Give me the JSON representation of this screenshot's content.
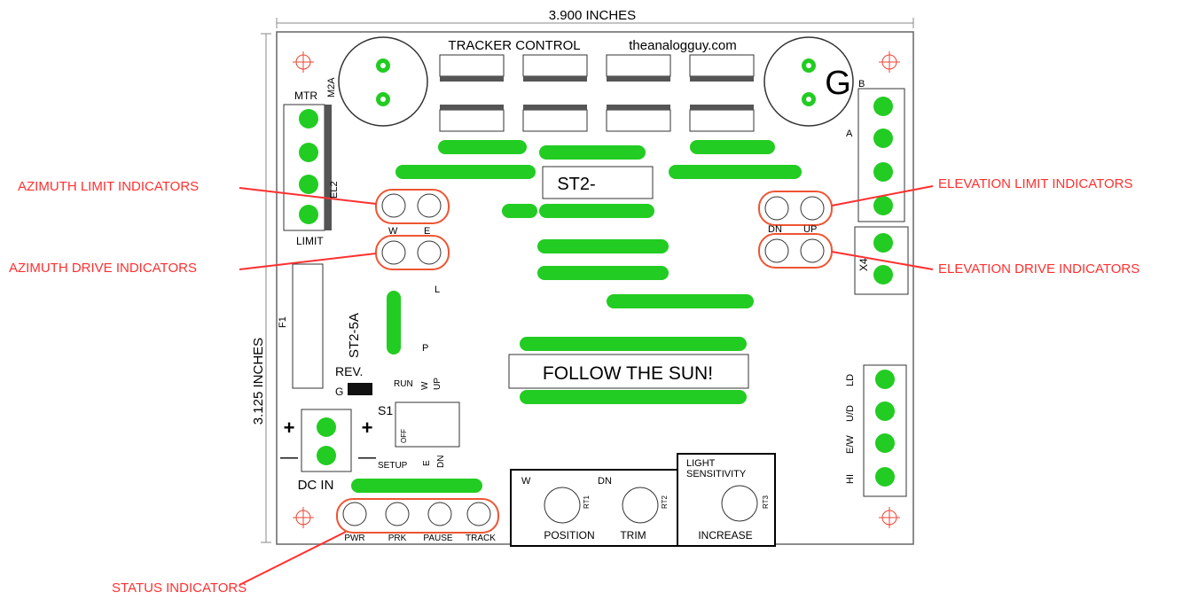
{
  "dimensions": {
    "width_label": "3.900 INCHES",
    "height_label": "3.125 INCHES"
  },
  "header": {
    "title": "TRACKER CONTROL",
    "website": "theanalogguy.com"
  },
  "board": {
    "main_chip": "ST2-",
    "board_name": "ST2-5A",
    "revision": "REV.",
    "chip_slogan": "FOLLOW THE SUN!",
    "switch_label": "S1",
    "switch_top_labels": [
      "RUN",
      "W",
      "UP"
    ],
    "switch_bottom_labels": [
      "SETUP",
      "E",
      "DN"
    ],
    "switch_off": "OFF",
    "power_label": "DC IN",
    "plus": "+",
    "minus": "—",
    "ground_mark": "G",
    "motor_label": "MTR",
    "motor_sub": "M2A",
    "el_label": "EL2",
    "limit_label": "LIMIT",
    "fuse_label": "F1",
    "x4_label": "X4",
    "g_label": "G",
    "right_conn_labels": [
      "LD",
      "U/D",
      "E/W",
      "HI"
    ],
    "led_w": "W",
    "led_e": "E",
    "led_dn": "DN",
    "led_up": "UP",
    "misc": {
      "b": "B",
      "a": "A",
      "l": "L",
      "p": "P"
    },
    "pot_position": "POSITION",
    "pot_trim": "TRIM",
    "pot_w": "W",
    "pot_dn": "DN",
    "light_label": "LIGHT",
    "sensitivity_label": "SENSITIVITY",
    "increase_label": "INCREASE",
    "rt1": "RT1",
    "rt2": "RT2",
    "rt3": "RT3",
    "status_leds": [
      "PWR",
      "PRK",
      "PAUSE",
      "TRACK"
    ]
  },
  "callouts": {
    "azimuth_limit": "AZIMUTH LIMIT INDICATORS",
    "azimuth_drive": "AZIMUTH DRIVE INDICATORS",
    "elevation_limit": "ELEVATION LIMIT INDICATORS",
    "elevation_drive": "ELEVATION DRIVE INDICATORS",
    "status": "STATUS INDICATORS"
  },
  "colors": {
    "pad": "#22cc22",
    "callout": "#ff3030",
    "outline": "#000000"
  }
}
